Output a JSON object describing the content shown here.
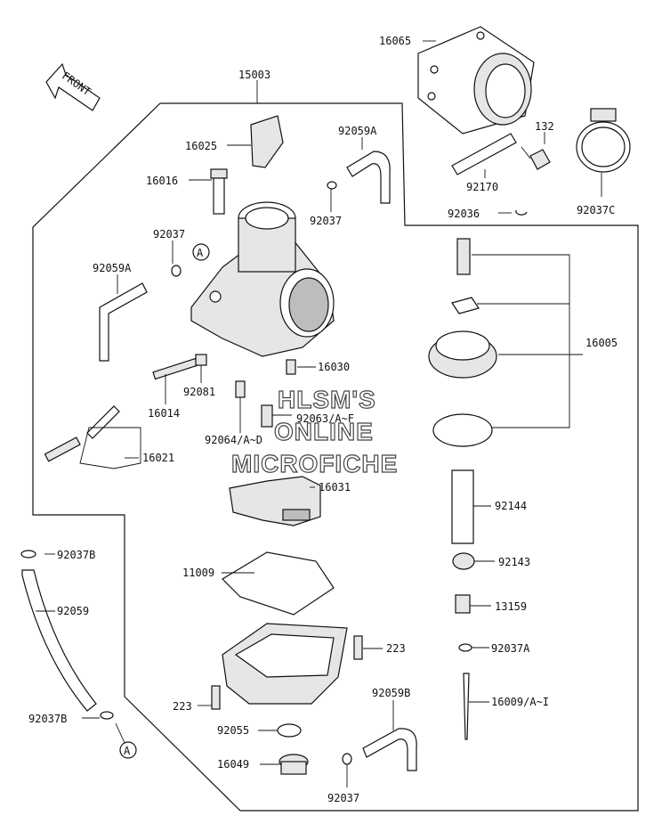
{
  "orientation": {
    "arrow_label": "FRONT"
  },
  "watermark": {
    "line1": "HLSM'S",
    "line2": "ONLINE",
    "line3": "MICROFICHE"
  },
  "parts": {
    "p16065": "16065",
    "p15003": "15003",
    "p132": "132",
    "p16025": "16025",
    "p92059A_top": "92059A",
    "p16016": "16016",
    "p92170": "92170",
    "p92037_top": "92037",
    "p92036": "92036",
    "p92037C": "92037C",
    "p92037_left": "92037",
    "p92059A_left": "92059A",
    "p16005": "16005",
    "p16030": "16030",
    "p92081": "92081",
    "p16014": "16014",
    "p92063": "92063/A~F",
    "p92064": "92064/A~D",
    "p16021": "16021",
    "p16031": "16031",
    "p92144": "92144",
    "p92037B_top": "92037B",
    "p92143": "92143",
    "p11009": "11009",
    "p92059": "92059",
    "p13159": "13159",
    "p223_right": "223",
    "p92037A": "92037A",
    "p223_left": "223",
    "p92059B": "92059B",
    "p16009": "16009/A~I",
    "p92037B_bottom": "92037B",
    "p92055": "92055",
    "p16049": "16049",
    "p92037_bottom": "92037"
  },
  "refs": {
    "a_top": "A",
    "a_bottom": "A"
  }
}
